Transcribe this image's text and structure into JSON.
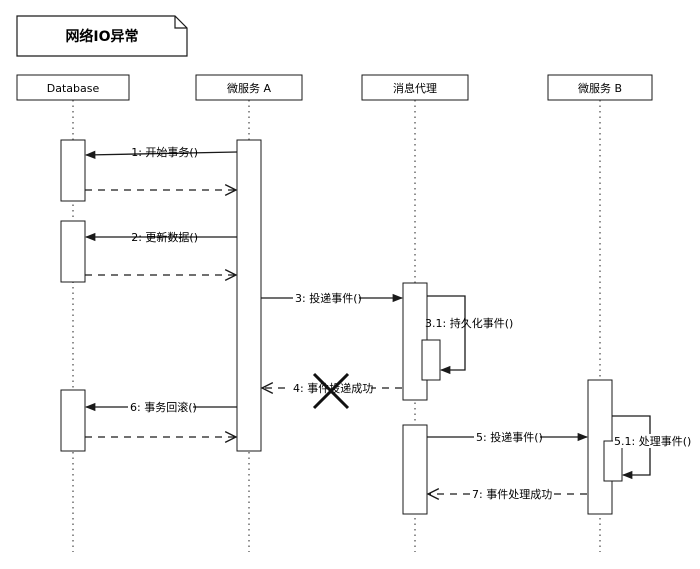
{
  "frame": {
    "title": "网络IO异常"
  },
  "actors": [
    {
      "id": "db",
      "label": "Database"
    },
    {
      "id": "svcA",
      "label": "微服务 A"
    },
    {
      "id": "broker",
      "label": "消息代理"
    },
    {
      "id": "svcB",
      "label": "微服务 B"
    }
  ],
  "messages": [
    {
      "id": "m1",
      "label": "1: 开始事务()",
      "type": "sync"
    },
    {
      "id": "r1",
      "label": "",
      "type": "return"
    },
    {
      "id": "m2",
      "label": "2: 更新数据()",
      "type": "sync"
    },
    {
      "id": "r2",
      "label": "",
      "type": "return"
    },
    {
      "id": "m3",
      "label": "3: 投递事件()",
      "type": "sync"
    },
    {
      "id": "m31",
      "label": "3.1: 持久化事件()",
      "type": "self"
    },
    {
      "id": "m4",
      "label": "4: 事件投递成功",
      "type": "return",
      "failed": true
    },
    {
      "id": "m6",
      "label": "6: 事务回滚()",
      "type": "sync"
    },
    {
      "id": "r6",
      "label": "",
      "type": "return"
    },
    {
      "id": "m5",
      "label": "5: 投递事件()",
      "type": "sync"
    },
    {
      "id": "m51",
      "label": "5.1: 处理事件()",
      "type": "self"
    },
    {
      "id": "m7",
      "label": "7: 事件处理成功",
      "type": "return"
    }
  ],
  "colors": {
    "line": "#1a1a1a",
    "lifeline": "#555555",
    "background": "#ffffff"
  }
}
